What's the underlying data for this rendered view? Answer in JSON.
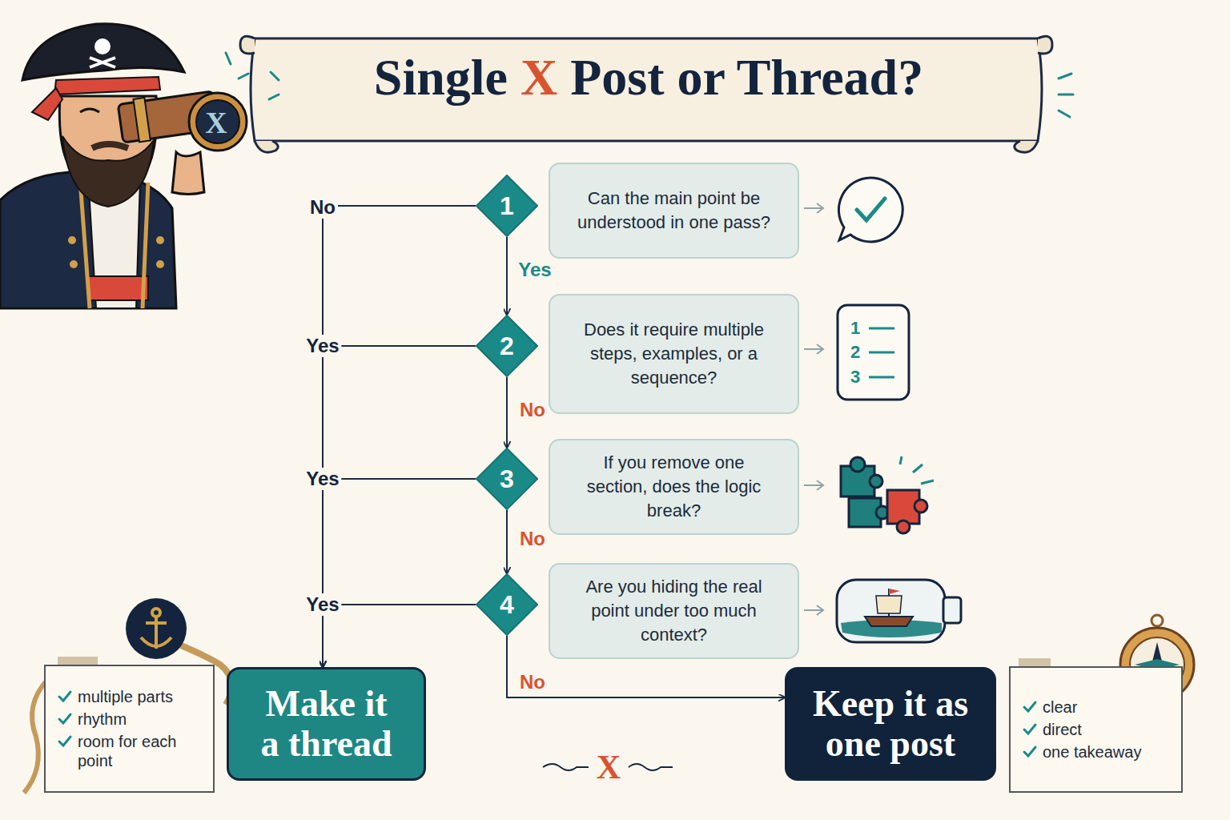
{
  "diagram": {
    "title": "Single X Post or Thread?",
    "nodes": [
      {
        "text": [
          "1"
        ]
      },
      {
        "text": [
          "Can the main point be understood in one pass?"
        ]
      },
      {
        "text": [
          "2"
        ]
      },
      {
        "text": [
          "Does it require multiple steps, examples, or a sequence?"
        ]
      },
      {
        "text": [
          "3"
        ]
      },
      {
        "text": [
          "If you remove one section, does the logic break?"
        ]
      },
      {
        "text": [
          "4"
        ]
      },
      {
        "text": [
          "Are you hiding the real point under too much context?"
        ]
      },
      {
        "text": [
          "multiple parts",
          "rhythm",
          "room for each point"
        ]
      },
      {
        "text": [
          "Make it a thread"
        ]
      },
      {
        "text": [
          "Keep it as one post"
        ]
      },
      {
        "text": [
          "clear",
          "direct",
          "one takeaway"
        ]
      }
    ],
    "edges": [
      {
        "from": 0,
        "to": 2,
        "label": "Yes",
        "arrow": "to"
      },
      {
        "from": 2,
        "to": 4,
        "label": "No",
        "arrow": "to"
      },
      {
        "from": 4,
        "to": 6,
        "label": "No",
        "arrow": "to"
      },
      {
        "from": 6,
        "to": 10,
        "label": "No",
        "arrow": "to"
      },
      {
        "from": 0,
        "to": 9,
        "label": "No",
        "arrow": "to"
      },
      {
        "from": 2,
        "to": 9,
        "label": "Yes",
        "arrow": "to"
      },
      {
        "from": 4,
        "to": 9,
        "label": "Yes",
        "arrow": "to"
      },
      {
        "from": 6,
        "to": 9,
        "label": "Yes",
        "arrow": "to"
      }
    ],
    "labels": [
      "X",
      "1",
      "2",
      "3",
      "X"
    ]
  }
}
